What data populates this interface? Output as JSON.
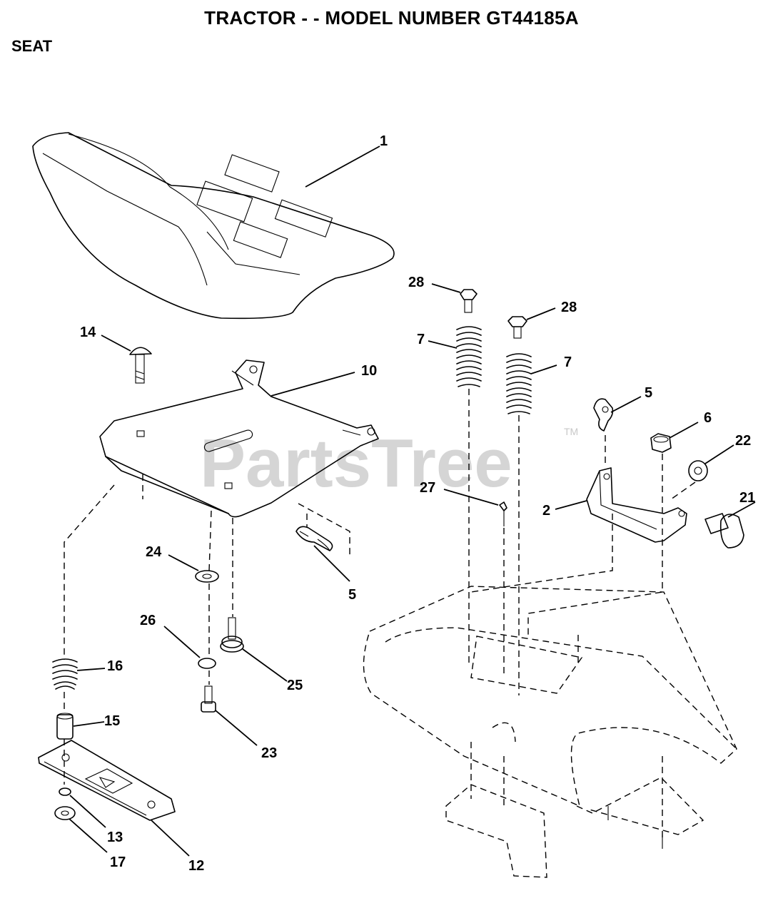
{
  "header": {
    "title": "TRACTOR - - MODEL NUMBER GT44185A",
    "section": "SEAT"
  },
  "watermark": {
    "brand": "PartsTree",
    "mark": "TM"
  },
  "callouts": [
    "1",
    "28",
    "28",
    "7",
    "7",
    "14",
    "10",
    "5",
    "6",
    "22",
    "27",
    "2",
    "21",
    "24",
    "5",
    "26",
    "25",
    "16",
    "15",
    "23",
    "13",
    "17",
    "12"
  ]
}
